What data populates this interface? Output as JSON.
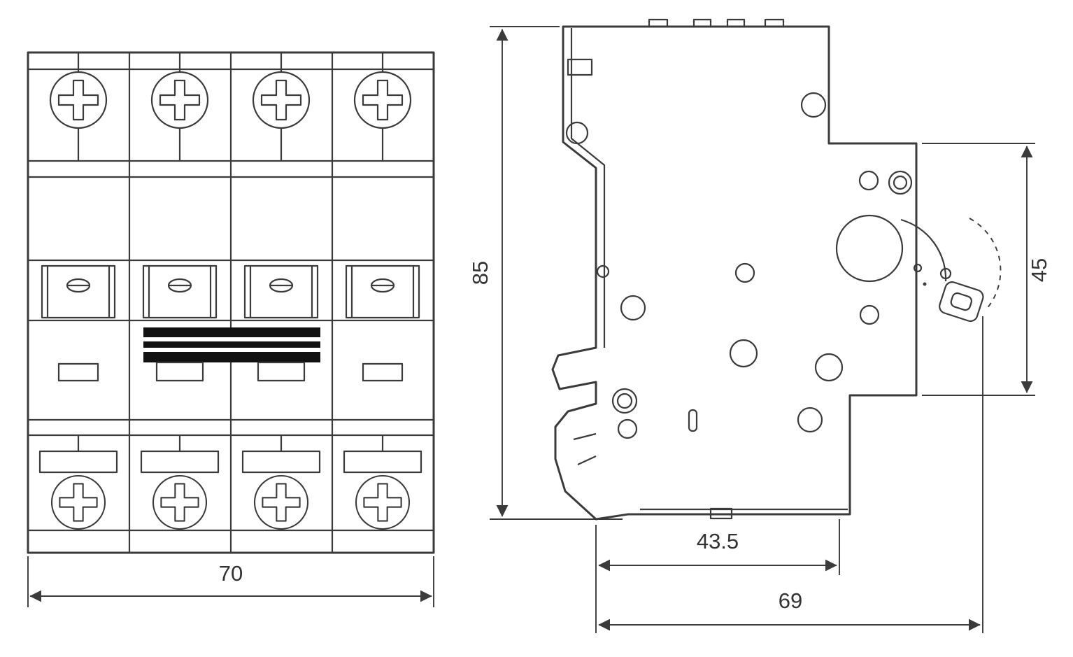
{
  "labels": {
    "front_width": "70",
    "side_height": "85",
    "right_height": "45",
    "depth_din": "43.5",
    "depth_total": "69"
  },
  "colors": {
    "line": "#3b3b3b",
    "text": "#333333",
    "handle": "#111111",
    "background": "#ffffff"
  }
}
